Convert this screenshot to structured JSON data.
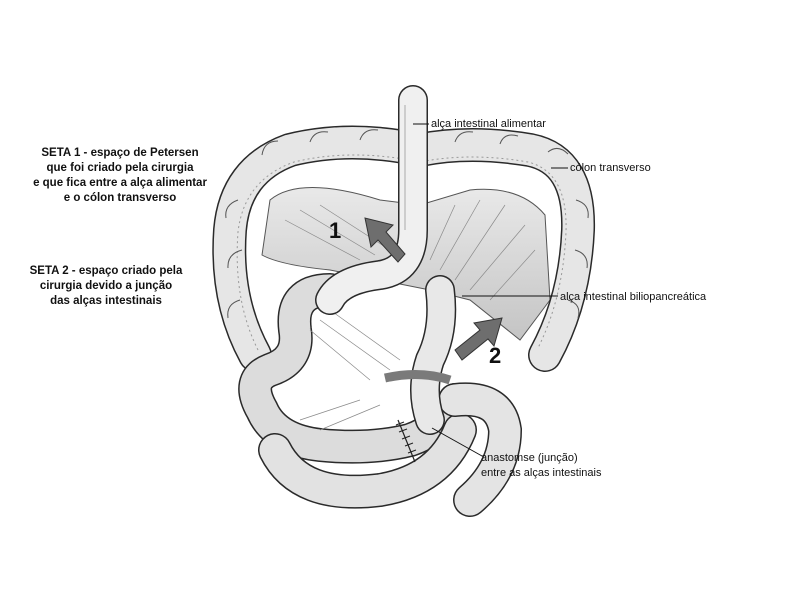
{
  "notes": {
    "seta1": [
      "SETA 1 - espaço de Petersen",
      "que foi criado pela cirurgia",
      "e que fica entre a alça alimentar",
      "e o cólon transverso"
    ],
    "seta2": [
      "SETA 2 - espaço criado pela",
      "cirurgia devido a junção",
      "das alças intestinais"
    ]
  },
  "labels": {
    "alimentar": "alça intestinal alimentar",
    "colon": "cólon transverso",
    "biliopancreatica": "alça intestinal biliopancreática",
    "anastomose": [
      "anastomse (junção)",
      "entre as alças intestinais"
    ]
  },
  "arrows": {
    "one": "1",
    "two": "2"
  },
  "colors": {
    "ink": "#2a2a2a",
    "tissue": "#dedede",
    "arrow": "#6e6e6e",
    "mesentery": "#cfcfcf"
  }
}
